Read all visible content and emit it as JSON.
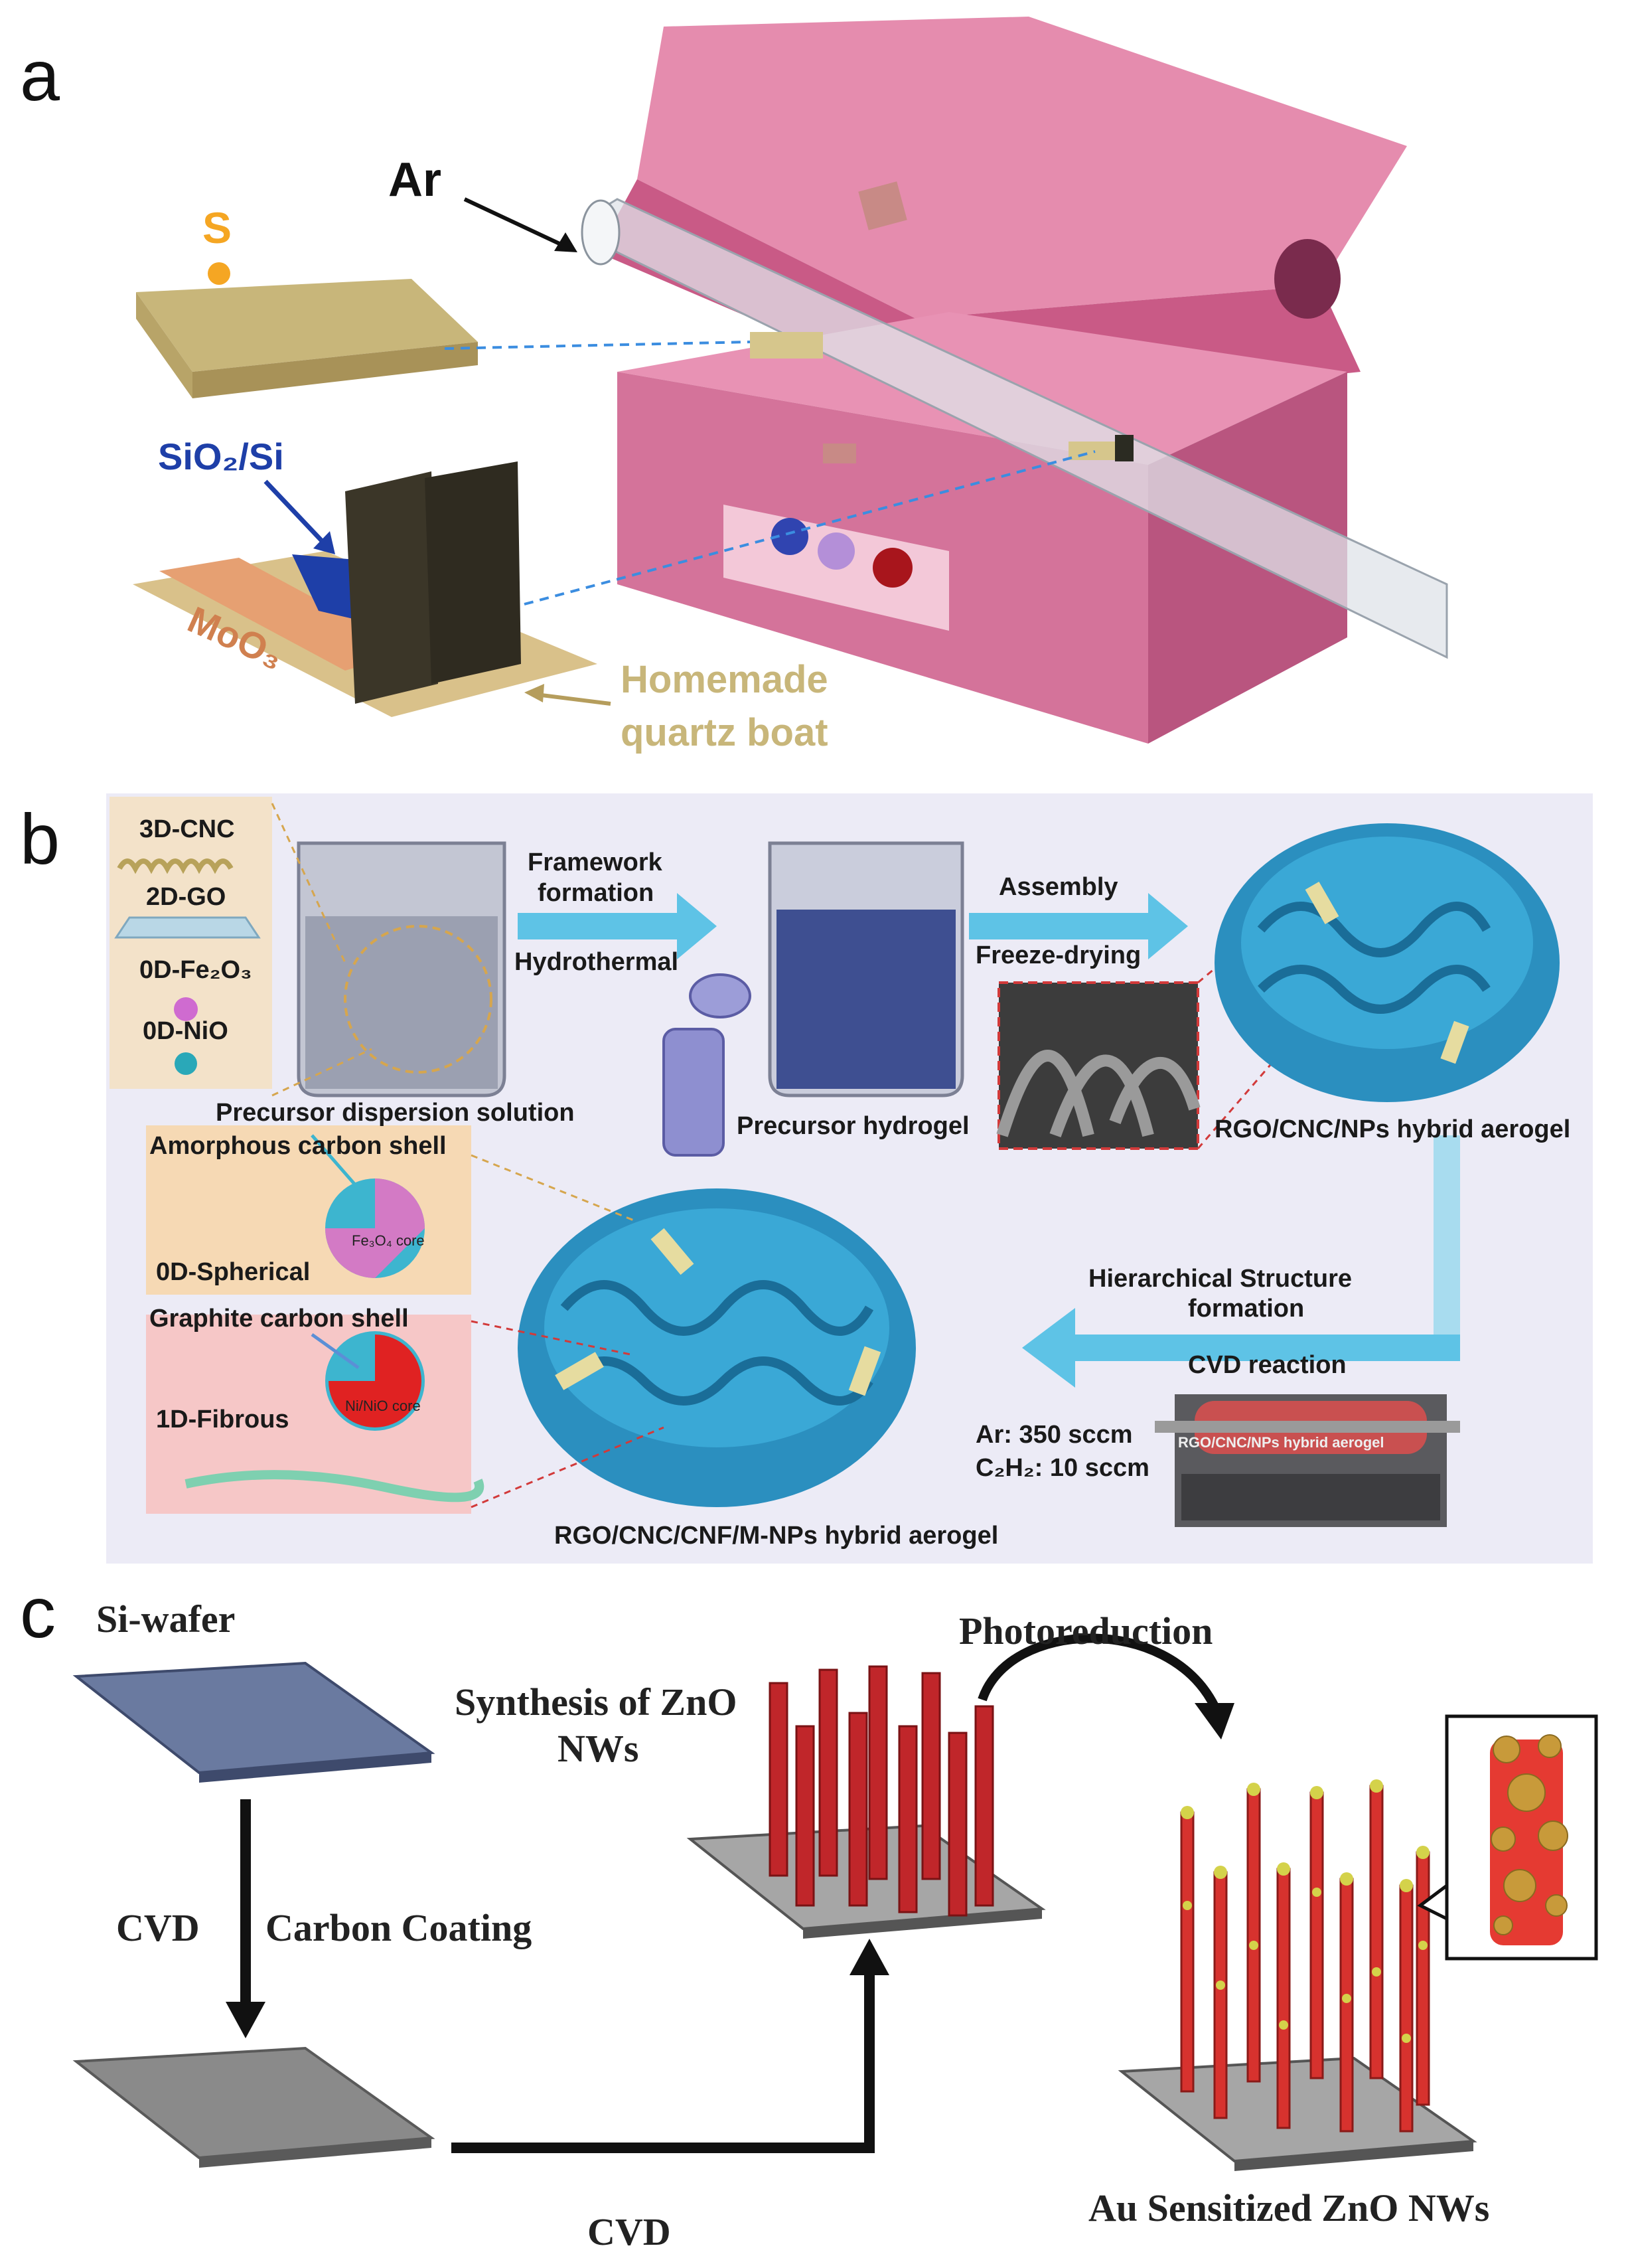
{
  "panels": {
    "a": {
      "label": "a",
      "ar": "Ar",
      "s": "S",
      "sio2si": "SiO₂/Si",
      "moo3": "MoO₃",
      "boat_line1": "Homemade",
      "boat_line2": "quartz boat"
    },
    "b": {
      "label": "b",
      "cnc3d": "3D-CNC",
      "go2d": "2D-GO",
      "fe2o3": "0D-Fe₂O₃",
      "nio": "0D-NiO",
      "precursor_solution": "Precursor dispersion solution",
      "framework_1": "Framework",
      "framework_2": "formation",
      "hydrothermal": "Hydrothermal",
      "precursor_hydrogel": "Precursor hydrogel",
      "assembly": "Assembly",
      "freeze_drying": "Freeze-drying",
      "rgo_aerogel": "RGO/CNC/NPs hybrid aerogel",
      "amorphous_shell": "Amorphous carbon shell",
      "fe3o4_core": "Fe₃O₄ core",
      "spherical": "0D-Spherical",
      "graphite_shell": "Graphite carbon shell",
      "nio_core": "Ni/NiO core",
      "fibrous": "1D-Fibrous",
      "hier_1": "Hierarchical Structure",
      "hier_2": "formation",
      "cvd_reaction": "CVD reaction",
      "ar_flow": "Ar: 350 sccm",
      "c2h2_flow": "C₂H₂: 10 sccm",
      "furnace_label": "RGO/CNC/NPs hybrid aerogel",
      "final_aerogel": "RGO/CNC/CNF/M-NPs hybrid aerogel"
    },
    "c": {
      "label": "c",
      "si_wafer": "Si-wafer",
      "cvd_left": "CVD",
      "carbon_coating": "Carbon Coating",
      "synthesis_1": "Synthesis of ZnO",
      "synthesis_2": "NWs",
      "photoreduction": "Photoreduction",
      "au_zno": "Au Sensitized ZnO NWs",
      "cvd_bottom": "CVD"
    }
  },
  "colors": {
    "furnace": "#d8759b",
    "boat": "#c8b67a",
    "sio2": "#1e3fa8",
    "background_b": "#ecebf6",
    "arrow_b": "#5ec3e6",
    "nanowire": "#c0262a"
  }
}
